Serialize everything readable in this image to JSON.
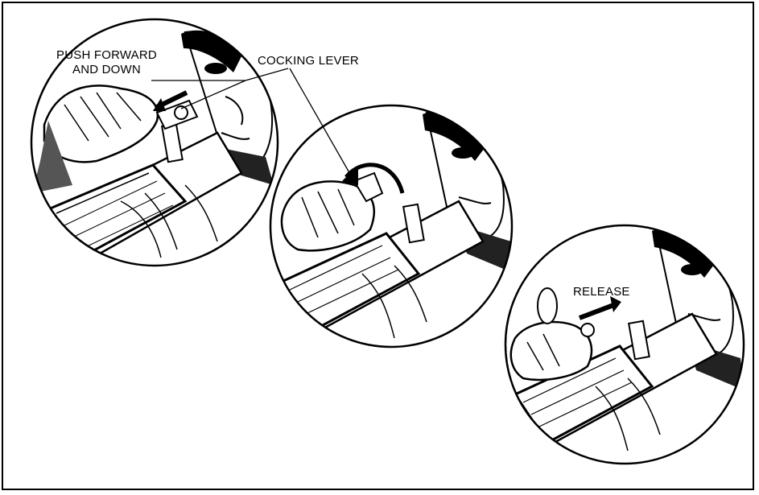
{
  "labels": {
    "push_line1": "PUSH FORWARD",
    "push_line2": "AND DOWN",
    "cocking_lever": "COCKING LEVER",
    "release": "RELEASE"
  },
  "colors": {
    "ink": "#000000",
    "paper": "#ffffff"
  },
  "panels": [
    {
      "step": 1,
      "depicts": "hand pushing cocking lever forward and down"
    },
    {
      "step": 2,
      "depicts": "hand rotating cocking lever"
    },
    {
      "step": 3,
      "depicts": "hand releasing cocking lever"
    }
  ]
}
